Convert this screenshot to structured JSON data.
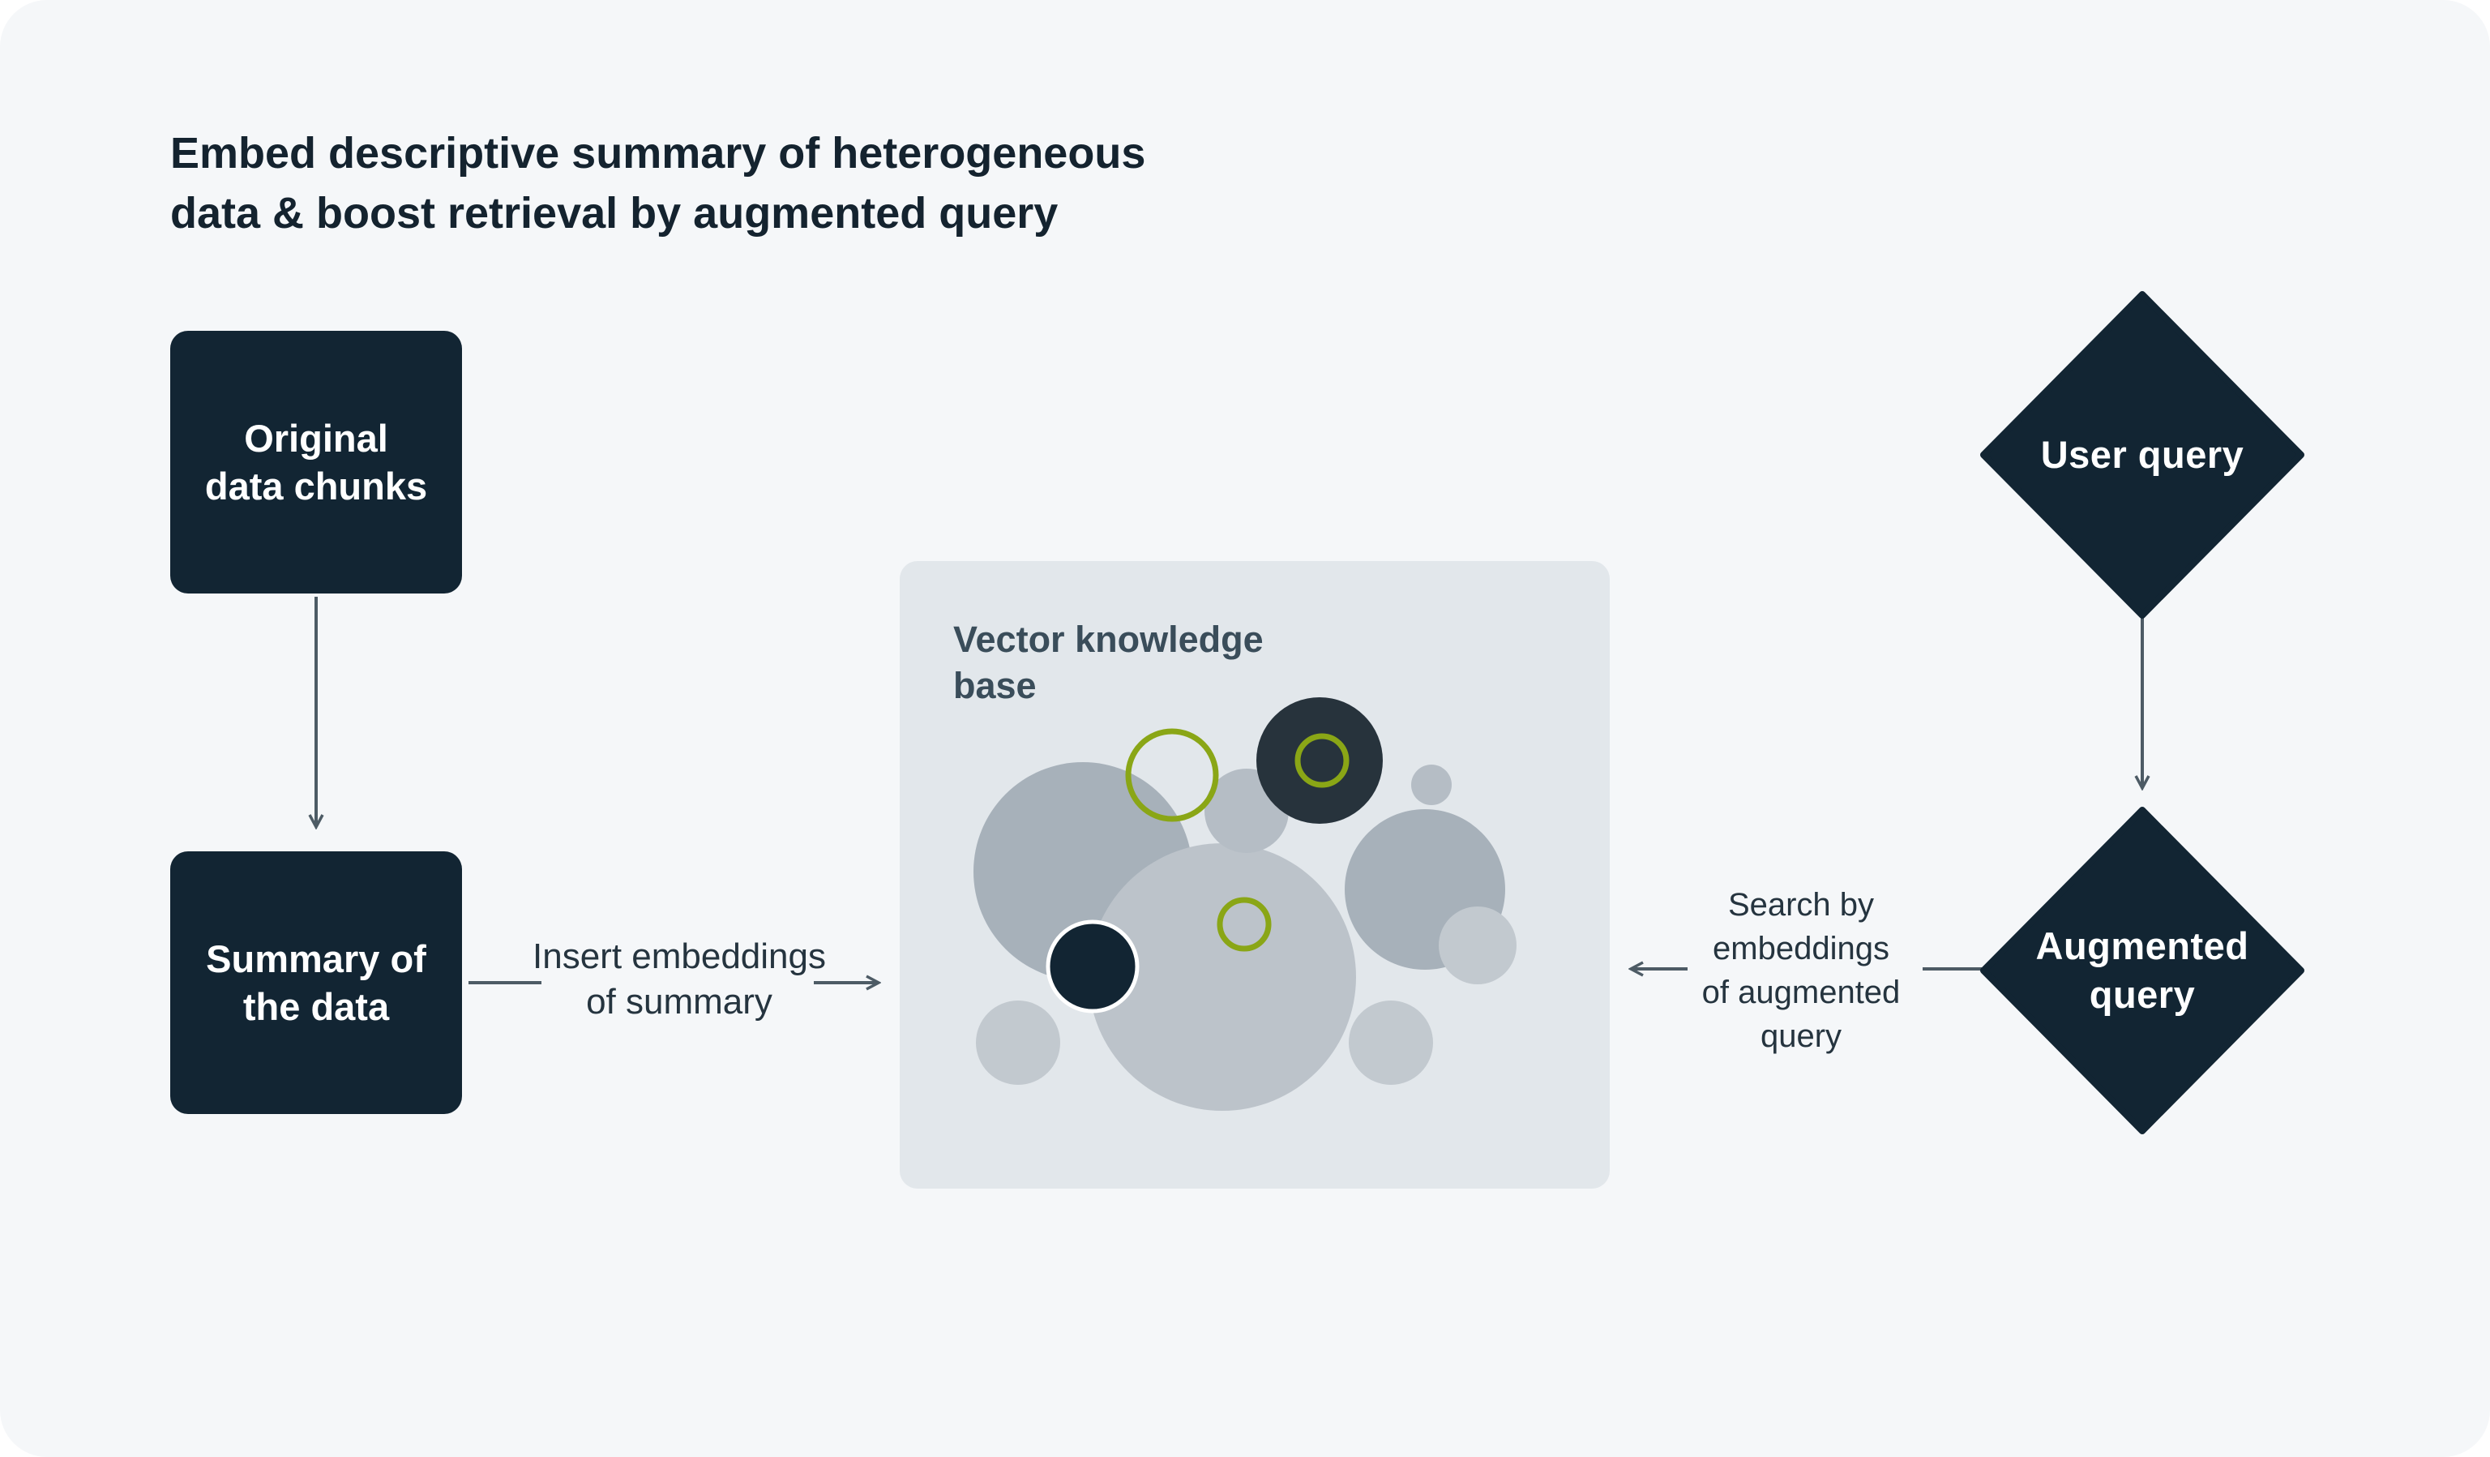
{
  "title": {
    "line1": "Embed descriptive summary of heterogeneous",
    "line2": "data & boost retrieval by augmented query"
  },
  "nodes": {
    "original": {
      "line1": "Original",
      "line2": "data chunks"
    },
    "summary": {
      "line1": "Summary of",
      "line2": "the data"
    },
    "user_query": {
      "label": "User query"
    },
    "augmented": {
      "line1": "Augmented",
      "line2": "query"
    },
    "knowledge_base": {
      "line1": "Vector knowledge",
      "line2": "base"
    }
  },
  "edges": {
    "insert": {
      "line1": "Insert embeddings",
      "line2": "of summary"
    },
    "search": {
      "line1": "Search by",
      "line2": "embeddings",
      "line3": "of augmented",
      "line4": "query"
    }
  },
  "colors": {
    "background": "#f5f7f9",
    "node_dark": "#122533",
    "knowledge_base_fill": "#e2e7eb",
    "accent_green": "#8aa616",
    "arrow": "#4d5b65"
  }
}
